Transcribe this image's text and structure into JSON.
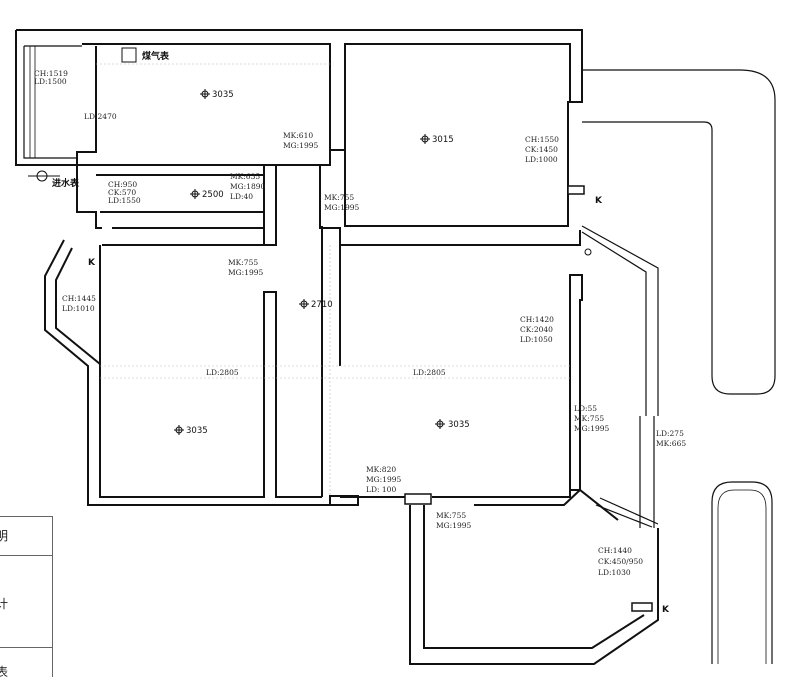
{
  "labels": {
    "gas_meter": "煤气表",
    "water_meter": "进水表",
    "k1": "K",
    "k2": "K",
    "k3": "K",
    "r1_height": "3035",
    "r2_height": "3015",
    "r3_height": "2500",
    "r4_height": "2710",
    "r5_height": "3035",
    "r6_height": "3035",
    "balc_ch": "CH:1519",
    "balc_ld": "LD:1500",
    "ld2470": "LD:2470",
    "mk610": "MK:610",
    "mg610": "MG:1995",
    "r2_ch": "CH:1550",
    "r2_ck": "CK:1450",
    "r2_ld": "LD:1000",
    "r3w_ch": "CH:950",
    "r3w_ck": "CK:570",
    "r3w_ld": "LD:1550",
    "r3_mk": "MK:635",
    "r3_mg": "MG:1890",
    "r3_ld": "LD:40",
    "c_mk": "MK:755",
    "c_mg": "MG:1995",
    "l_mk": "MK:755",
    "l_mg": "MG:1995",
    "bw_ch": "CH:1445",
    "bw_ld": "LD:1010",
    "r5w_ch": "CH:1420",
    "r5w_ck": "CK:2040",
    "r5w_ld": "LD:1050",
    "ld2805a": "LD:2805",
    "ld2805b": "LD:2805",
    "ld55": "LD:55",
    "mk755c": "MK:755",
    "mg1995c": "MG:1995",
    "ld275": "LD:275",
    "mk665": "MK:665",
    "mk820": "MK:820",
    "mg820": "MG:1995",
    "ld100": "LD: 100",
    "mk755d": "MK:755",
    "mg1995d": "MG:1995",
    "br_ch": "CH:1440",
    "br_ck": "CK:450/950",
    "br_ld": "LD:1030"
  },
  "legend": {
    "row1": "明",
    "row2": "计",
    "row3": "表"
  }
}
